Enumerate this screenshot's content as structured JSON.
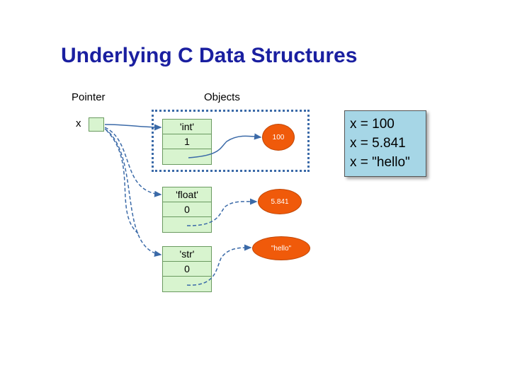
{
  "title": "Underlying C Data Structures",
  "labels": {
    "pointer": "Pointer",
    "objects": "Objects",
    "var": "x"
  },
  "objects": [
    {
      "type": "'int'",
      "refcount": "1",
      "value": "100"
    },
    {
      "type": "'float'",
      "refcount": "0",
      "value": "5.841"
    },
    {
      "type": "'str'",
      "refcount": "0",
      "value": "\"hello\""
    }
  ],
  "code": [
    "x = 100",
    "x = 5.841",
    "x = \"hello\""
  ],
  "colors": {
    "title": "#1a1fa0",
    "object_fill": "#d8f4cf",
    "ellipse": "#f05a0a",
    "code_box": "#a6d6e6",
    "arrow": "#3b6aa8"
  }
}
